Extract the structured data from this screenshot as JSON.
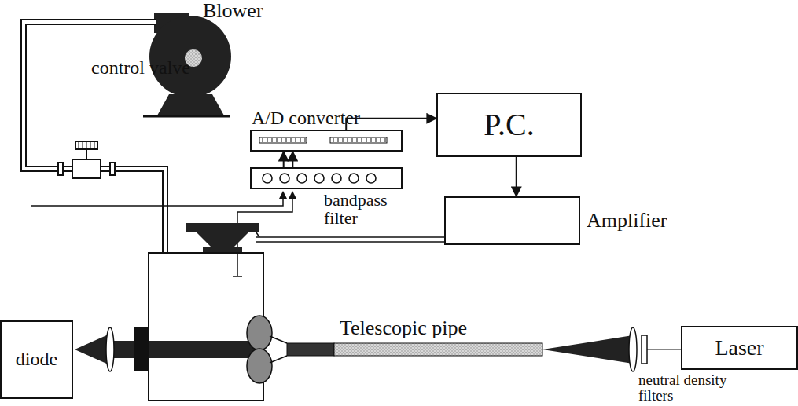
{
  "diagram": {
    "nodes": [
      {
        "text": [
          "A/D converter"
        ]
      },
      {
        "text": [
          "bandpass filter"
        ]
      },
      {
        "text": [
          "P.C."
        ]
      },
      {
        "text": [
          "Amplifier"
        ]
      },
      {
        "text": [
          "diode"
        ]
      },
      {
        "text": [
          "Laser"
        ]
      }
    ],
    "edges": [
      {
        "from": 0,
        "to": 2,
        "arrow": "to"
      },
      {
        "from": 2,
        "to": 3,
        "arrow": "to"
      },
      {
        "from": 1,
        "to": 0,
        "arrow": "to"
      },
      {
        "from": 1,
        "to": 0,
        "arrow": "to"
      }
    ],
    "labels": [
      "Blower",
      "control valve",
      "Telescopic pipe",
      "neutral density filters"
    ]
  }
}
